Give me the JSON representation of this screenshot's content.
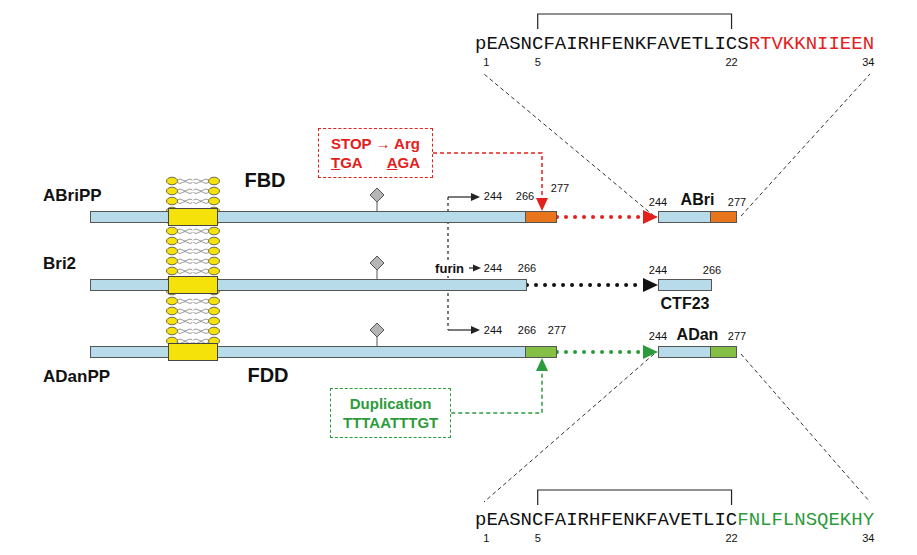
{
  "diagram": {
    "nodes": [
      {
        "text": [
          "STOP → Arg",
          "TGA",
          "AGA"
        ]
      },
      {
        "text": [
          "ABriPP"
        ]
      },
      {
        "text": [
          "ABri"
        ]
      },
      {
        "text": [
          "Bri2"
        ]
      },
      {
        "text": [
          "CTF23"
        ]
      },
      {
        "text": [
          "ADanPP"
        ]
      },
      {
        "text": [
          "ADan"
        ]
      },
      {
        "text": [
          "Duplication",
          "TTTAATTTGT"
        ]
      }
    ],
    "edges": [
      {
        "from": 0,
        "to": 1,
        "arrow": "to"
      },
      {
        "from": 1,
        "to": 2,
        "arrow": "to"
      },
      {
        "from": 3,
        "to": 4,
        "arrow": "to"
      },
      {
        "from": 5,
        "to": 6,
        "arrow": "to"
      },
      {
        "from": 7,
        "to": 5,
        "arrow": "to"
      }
    ],
    "labels": [
      "pEASNCFAIRHFENKFAVETLICS",
      "RTVKKNIIEEN",
      "1",
      "5",
      "22",
      "34",
      "FBD",
      "244",
      "266",
      "277",
      "furin",
      "244",
      "266",
      "244",
      "266",
      "277",
      "FDD",
      "244",
      "277",
      "244",
      "266",
      "244",
      "277",
      "pEASNCFAIRHFENKFAVETLIC",
      "FNLFLNSQEKHY",
      "1",
      "5",
      "22",
      "34"
    ]
  }
}
